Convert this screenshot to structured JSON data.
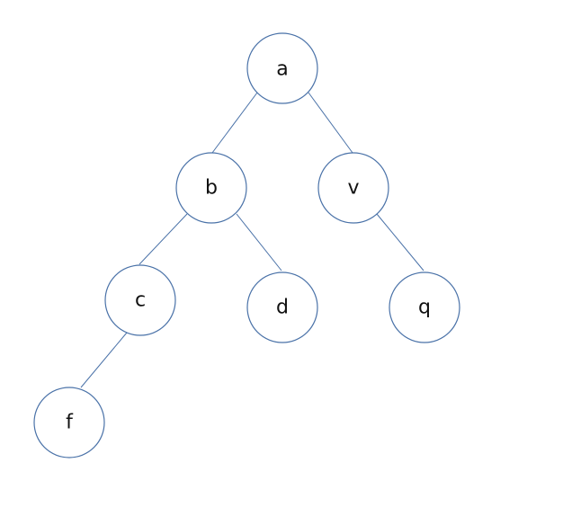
{
  "tree": {
    "nodes": [
      {
        "id": "a",
        "label": "a"
      },
      {
        "id": "b",
        "label": "b"
      },
      {
        "id": "v",
        "label": "v"
      },
      {
        "id": "c",
        "label": "c"
      },
      {
        "id": "d",
        "label": "d"
      },
      {
        "id": "q",
        "label": "q"
      },
      {
        "id": "f",
        "label": "f"
      }
    ],
    "edges": [
      {
        "from": "a",
        "to": "b"
      },
      {
        "from": "a",
        "to": "v"
      },
      {
        "from": "b",
        "to": "c"
      },
      {
        "from": "b",
        "to": "d"
      },
      {
        "from": "v",
        "to": "q"
      },
      {
        "from": "c",
        "to": "f"
      }
    ]
  }
}
